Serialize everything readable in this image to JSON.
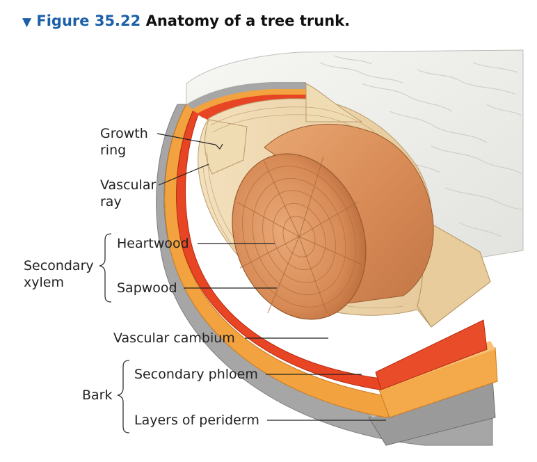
{
  "figure": {
    "marker": "▼",
    "number": "Figure 35.22",
    "caption": "Anatomy of a tree trunk."
  },
  "labels": {
    "growth_ring": [
      "Growth",
      "ring"
    ],
    "vascular_ray": [
      "Vascular",
      "ray"
    ],
    "heartwood": "Heartwood",
    "sapwood": "Sapwood",
    "secondary_xylem": [
      "Secondary",
      "xylem"
    ],
    "vascular_cambium": "Vascular cambium",
    "secondary_phloem": "Secondary phloem",
    "bark": "Bark",
    "layers_of_periderm": "Layers of periderm"
  },
  "colors": {
    "accent": "#1a5fa8",
    "bark_surface": "#eeeeea",
    "periderm": "#a6a6a6",
    "secondary_phloem": "#f2a23f",
    "vascular_cambium": "#e84524",
    "sapwood": "#edd4a8",
    "heartwood": "#dd9458"
  }
}
